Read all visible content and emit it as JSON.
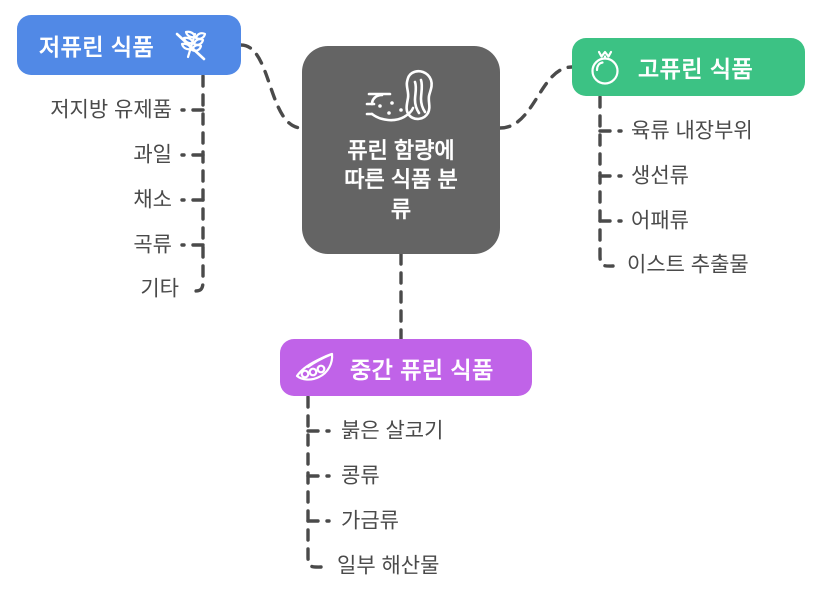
{
  "diagram": {
    "title": "퓨린 함량에 따른 식품 분류",
    "type": "mind-map",
    "background_color": "#ffffff",
    "connector_color": "#4a4a4a",
    "connector_style": "dashed"
  },
  "center": {
    "label": "퓨린 함량에 따른 식품 분류",
    "line1": "퓨린 함량에",
    "line2": "따른 식품 분",
    "line3": "류",
    "color": "#646464",
    "icon": "peanut-icon"
  },
  "branches": [
    {
      "id": "low-purine",
      "label": "저퓨린 식품",
      "color": "#5189e6",
      "icon": "gluten-free-wheat-icon",
      "icon_side": "right",
      "position": "left",
      "items": [
        "저지방 유제품",
        "과일",
        "채소",
        "곡류",
        "기타"
      ]
    },
    {
      "id": "high-purine",
      "label": "고퓨린 식품",
      "color": "#3cc284",
      "icon": "pomegranate-icon",
      "icon_side": "left",
      "position": "right",
      "items": [
        "육류 내장부위",
        "생선류",
        "어패류",
        "이스트 추출물"
      ]
    },
    {
      "id": "medium-purine",
      "label": "중간 퓨린 식품",
      "color": "#c063e8",
      "icon": "pea-pod-icon",
      "icon_side": "left",
      "position": "bottom",
      "items": [
        "붉은 살코기",
        "콩류",
        "가금류",
        "일부 해산물"
      ]
    }
  ]
}
